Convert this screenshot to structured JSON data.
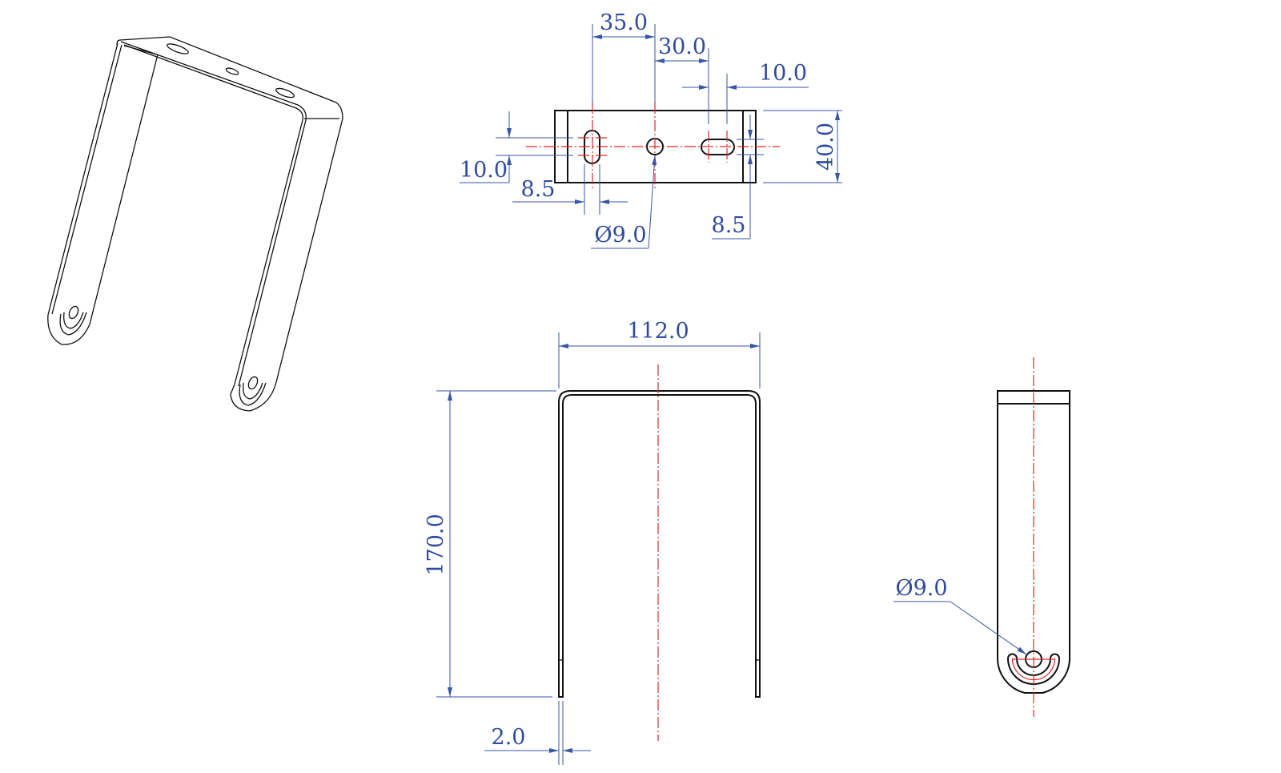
{
  "drawing": {
    "views": [
      "isometric-view",
      "top-view",
      "front-view",
      "side-view"
    ],
    "colors": {
      "outline": "#111111",
      "dimension": "#3a56a5",
      "centerline": "#e0282a"
    },
    "top_view": {
      "dim_hole_spacing_left": "35.0",
      "dim_hole_spacing_right": "30.0",
      "dim_slot_length": "10.0",
      "dim_width": "40.0",
      "dim_slot_offset_left": "10.0",
      "dim_slot_width_left": "8.5",
      "dim_hole_diameter": "Ø9.0",
      "dim_slot_width_right": "8.5"
    },
    "front_view": {
      "dim_overall_width": "112.0",
      "dim_height": "170.0",
      "dim_thickness": "2.0"
    },
    "side_view": {
      "dim_hole_diameter": "Ø9.0"
    }
  }
}
